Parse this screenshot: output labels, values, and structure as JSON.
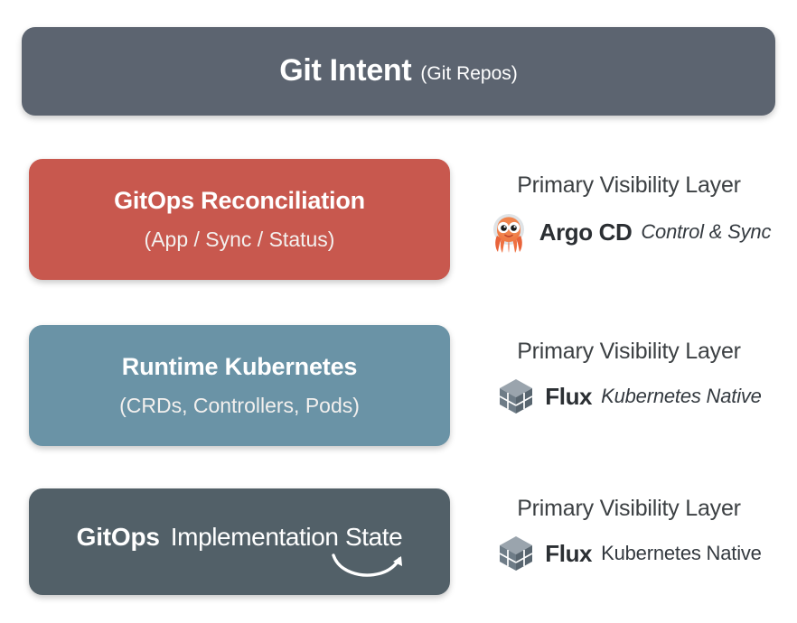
{
  "banner": {
    "title": "Git Intent",
    "subtitle": "(Git Repos)"
  },
  "layers": [
    {
      "id": "gitops-reconciliation",
      "title": "GitOps Reconciliation",
      "subtitle": "(App / Sync / Status)",
      "color": "#c8584e"
    },
    {
      "id": "runtime-kubernetes",
      "title": "Runtime Kubernetes",
      "subtitle": "(CRDs, Controllers, Pods)",
      "color": "#6a93a6"
    },
    {
      "id": "gitops-implementation-state",
      "title_bold": "GitOps",
      "title_regular": "Implementation State",
      "color": "#526068",
      "arrow_icon": "curved-arrow-icon"
    }
  ],
  "visibility_rows": [
    {
      "id": "argo-row",
      "heading": "Primary Visibility Layer",
      "logo": "argo-cd-octopus-logo",
      "brand": "Argo CD",
      "tagline": "Control & Sync",
      "tagline_italic": true
    },
    {
      "id": "flux-row-middle",
      "heading": "Primary Visibility Layer",
      "logo": "flux-cube-logo",
      "brand": "Flux",
      "tagline": "Kubernetes Native",
      "tagline_italic": true
    },
    {
      "id": "flux-row-bottom",
      "heading": "Primary Visibility Layer",
      "logo": "flux-cube-logo",
      "brand": "Flux",
      "tagline": "Kubernetes Native",
      "tagline_italic": false
    }
  ],
  "colors": {
    "banner": "#5c6470",
    "reconciliation": "#c8584e",
    "runtime": "#6a93a6",
    "state": "#526068",
    "heading_text": "#3c4043",
    "background": "#ffffff"
  }
}
